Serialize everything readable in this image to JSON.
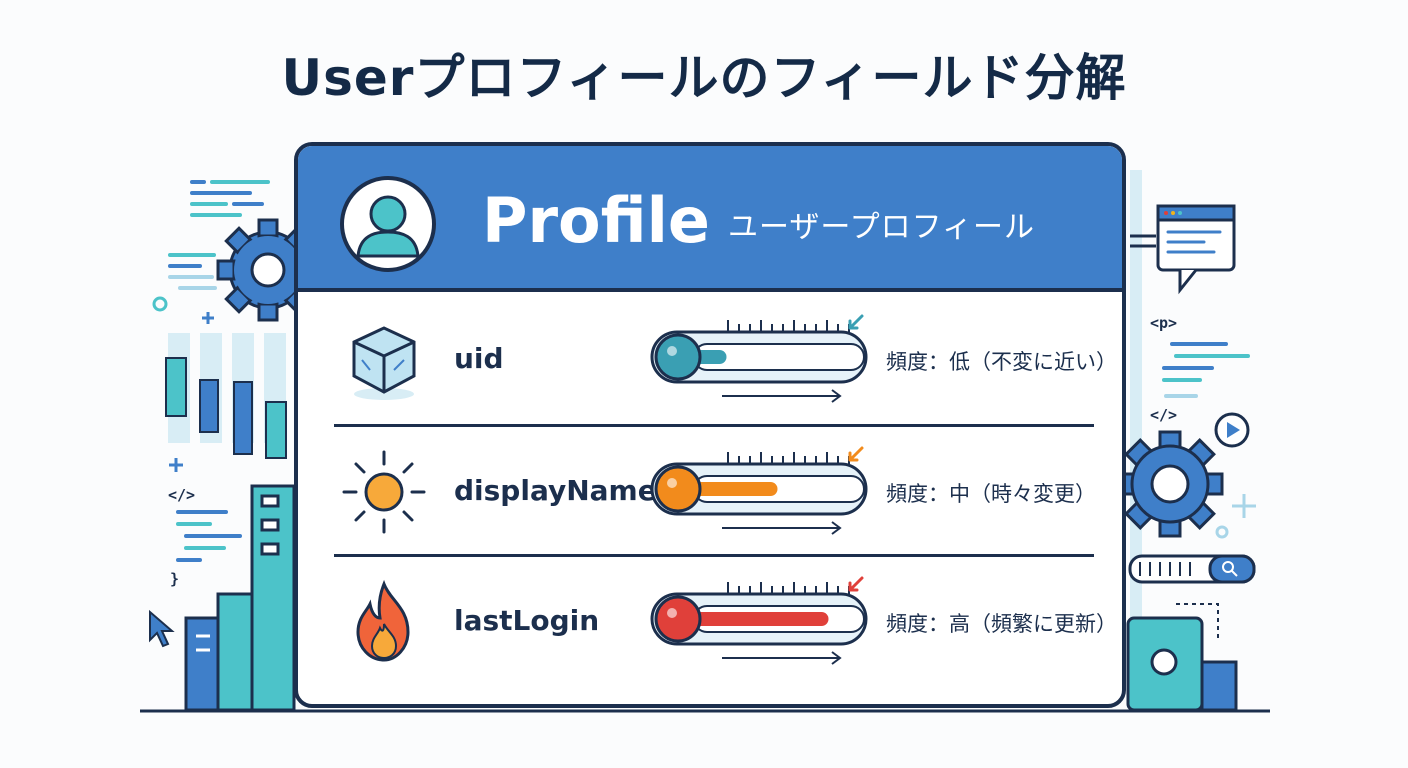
{
  "title": "Userプロフィールのフィールド分解",
  "card": {
    "brand": "Profile",
    "subtitle": "ユーザープロフィール",
    "fields": [
      {
        "name": "uid",
        "icon": "ice-cube-icon",
        "frequency_label": "頻度：低（不変に近い）",
        "fill": 0.25,
        "color": "#3a9fb3"
      },
      {
        "name": "displayName",
        "icon": "sun-icon",
        "frequency_label": "頻度：中（時々変更）",
        "fill": 0.55,
        "color": "#f28b1c"
      },
      {
        "name": "lastLogin",
        "icon": "fire-icon",
        "frequency_label": "頻度：高（頻繁に更新）",
        "fill": 0.85,
        "color": "#e0403a"
      }
    ]
  },
  "decorations": {
    "code_tags": [
      "</>",
      "<p>",
      "</>",
      "}"
    ]
  }
}
